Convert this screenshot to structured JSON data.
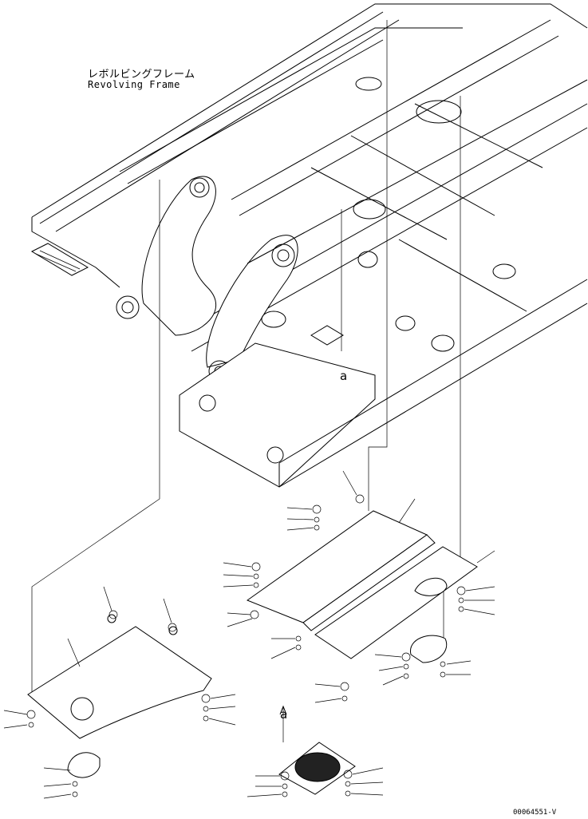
{
  "drawing": {
    "title_ja": "レボルビングフレーム",
    "title_en": "Revolving Frame",
    "view_label_upper": "a",
    "view_label_lower": "a",
    "drawing_number": "00064551-V"
  }
}
